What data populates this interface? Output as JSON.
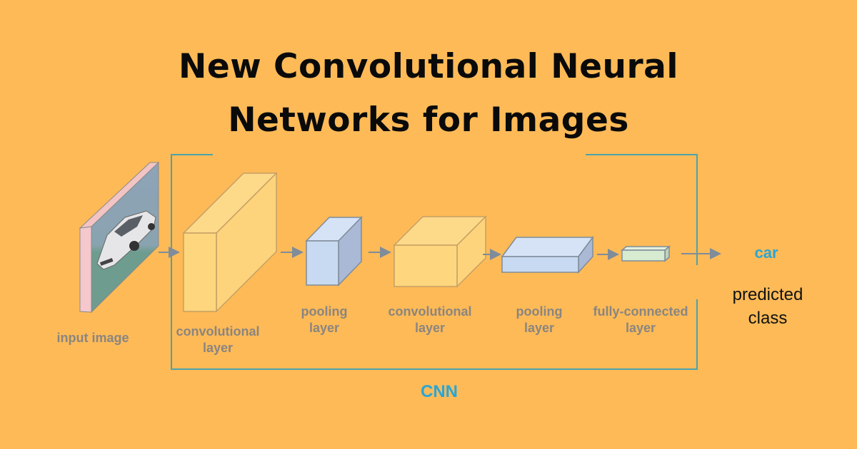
{
  "title": {
    "line1": "New Convolutional Neural",
    "line2": "Networks for Images"
  },
  "diagram": {
    "input_label": "input image",
    "layers": [
      {
        "line1": "convolutional",
        "line2": "layer"
      },
      {
        "line1": "pooling",
        "line2": "layer"
      },
      {
        "line1": "convolutional",
        "line2": "layer"
      },
      {
        "line1": "pooling",
        "line2": "layer"
      },
      {
        "line1": "fully-connected",
        "line2": "layer"
      }
    ],
    "output": "car",
    "output_caption": {
      "line1": "predicted",
      "line2": "class"
    },
    "group_label": "CNN"
  },
  "colors": {
    "background": "#FDBA57",
    "bracket": "#4BA3AC",
    "accent_text": "#2AA6D4",
    "label": "#8a8580"
  }
}
